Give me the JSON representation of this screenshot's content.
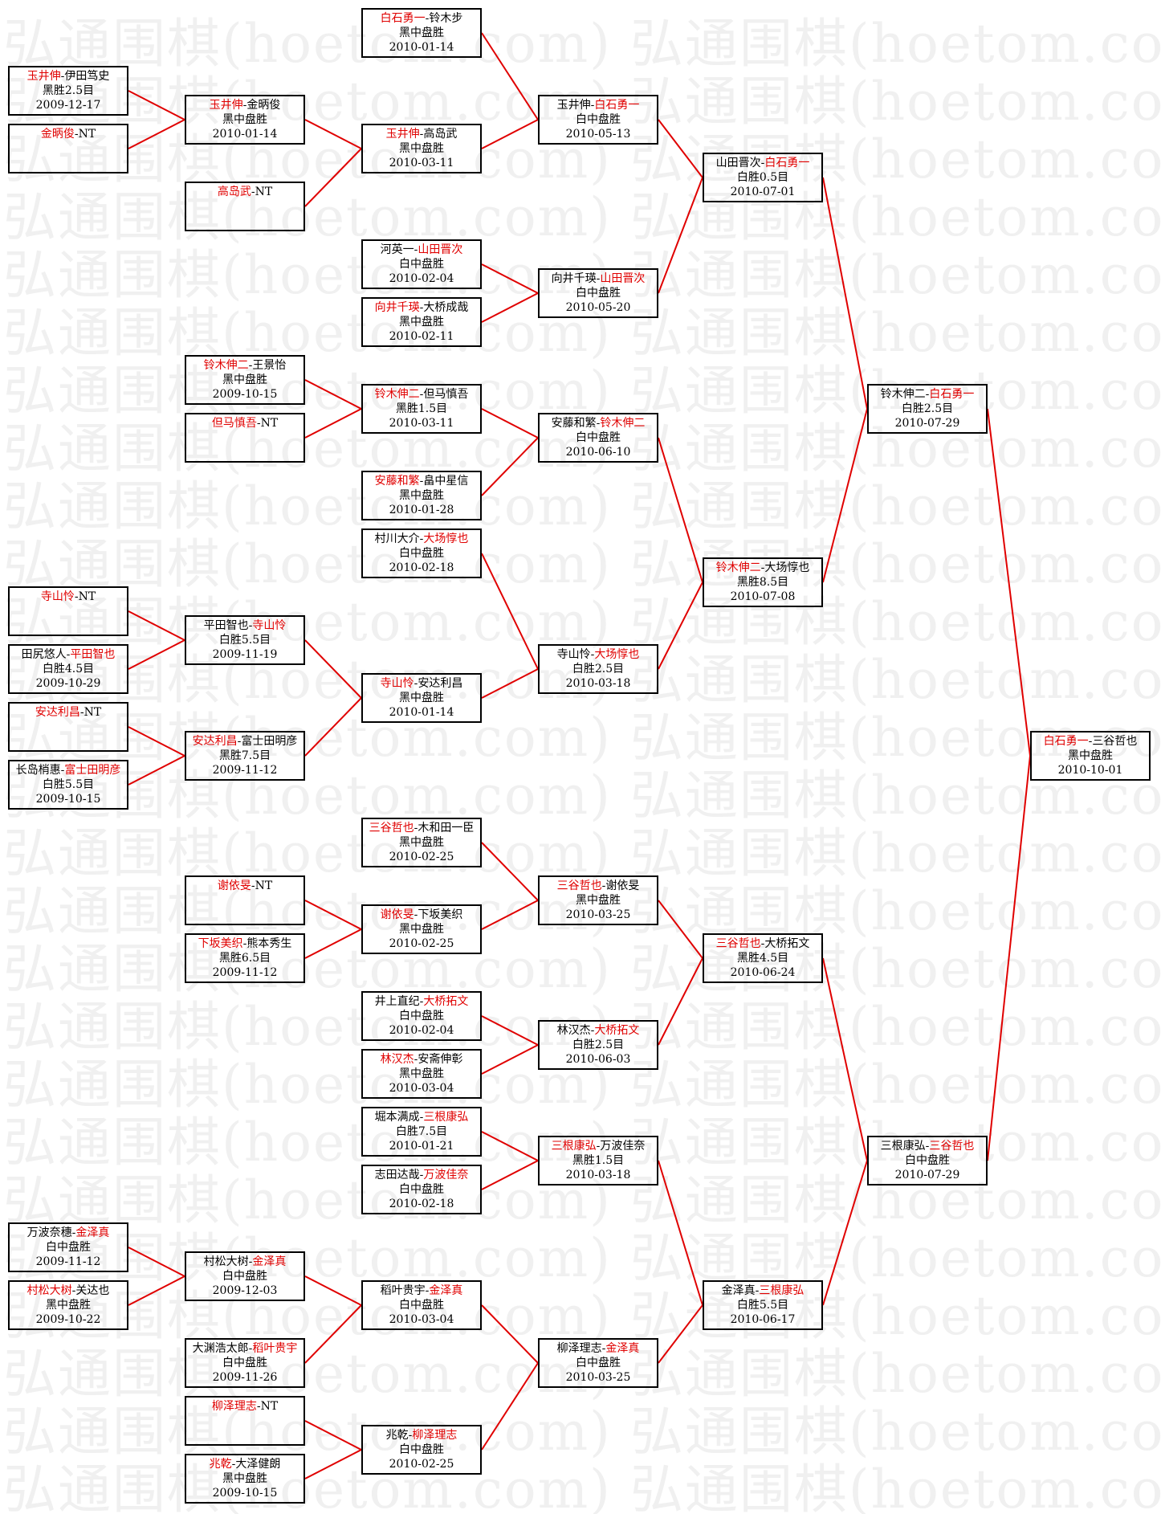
{
  "watermark": "弘通围棋(hoetom.com)",
  "colors": {
    "winner": "#e00000",
    "line": "#e00000",
    "border": "#000000"
  },
  "matches": [
    {
      "id": "r0m0",
      "p1": "玉井伸",
      "p2": "伊田笃史",
      "winner": 1,
      "result": "黑胜2.5目",
      "date": "2009-12-17"
    },
    {
      "id": "r0m1",
      "p1": "金昞俊",
      "p2": "NT",
      "winner": 1,
      "result": "",
      "date": ""
    },
    {
      "id": "r0m2",
      "p1": "寺山怜",
      "p2": "NT",
      "winner": 1,
      "result": "",
      "date": ""
    },
    {
      "id": "r0m3",
      "p1": "田尻悠人",
      "p2": "平田智也",
      "winner": 2,
      "result": "白胜4.5目",
      "date": "2009-10-29"
    },
    {
      "id": "r0m4",
      "p1": "安达利昌",
      "p2": "NT",
      "winner": 1,
      "result": "",
      "date": ""
    },
    {
      "id": "r0m5",
      "p1": "长岛梢惠",
      "p2": "富士田明彦",
      "winner": 2,
      "result": "白胜5.5目",
      "date": "2009-10-15"
    },
    {
      "id": "r0m6",
      "p1": "万波奈穗",
      "p2": "金泽真",
      "winner": 2,
      "result": "白中盘胜",
      "date": "2009-11-12"
    },
    {
      "id": "r0m7",
      "p1": "村松大树",
      "p2": "关达也",
      "winner": 1,
      "result": "黑中盘胜",
      "date": "2009-10-22"
    },
    {
      "id": "r1m0",
      "p1": "玉井伸",
      "p2": "金昞俊",
      "winner": 1,
      "result": "黑中盘胜",
      "date": "2010-01-14"
    },
    {
      "id": "r1m1",
      "p1": "高岛武",
      "p2": "NT",
      "winner": 1,
      "result": "",
      "date": ""
    },
    {
      "id": "r1m2",
      "p1": "铃木伸二",
      "p2": "王景怡",
      "winner": 1,
      "result": "黑中盘胜",
      "date": "2009-10-15"
    },
    {
      "id": "r1m3",
      "p1": "但马慎吾",
      "p2": "NT",
      "winner": 1,
      "result": "",
      "date": ""
    },
    {
      "id": "r1m4",
      "p1": "平田智也",
      "p2": "寺山怜",
      "winner": 2,
      "result": "白胜5.5目",
      "date": "2009-11-19"
    },
    {
      "id": "r1m5",
      "p1": "安达利昌",
      "p2": "富士田明彦",
      "winner": 1,
      "result": "黑胜7.5目",
      "date": "2009-11-12"
    },
    {
      "id": "r1m6",
      "p1": "谢依旻",
      "p2": "NT",
      "winner": 1,
      "result": "",
      "date": ""
    },
    {
      "id": "r1m7",
      "p1": "下坂美织",
      "p2": "熊本秀生",
      "winner": 1,
      "result": "黑胜6.5目",
      "date": "2009-11-12"
    },
    {
      "id": "r1m8",
      "p1": "村松大树",
      "p2": "金泽真",
      "winner": 2,
      "result": "白中盘胜",
      "date": "2009-12-03"
    },
    {
      "id": "r1m9",
      "p1": "大渊浩太郎",
      "p2": "稻叶贵宇",
      "winner": 2,
      "result": "白中盘胜",
      "date": "2009-11-26"
    },
    {
      "id": "r1m10",
      "p1": "柳泽理志",
      "p2": "NT",
      "winner": 1,
      "result": "",
      "date": ""
    },
    {
      "id": "r1m11",
      "p1": "兆乾",
      "p2": "大泽健朗",
      "winner": 1,
      "result": "黑中盘胜",
      "date": "2009-10-15"
    },
    {
      "id": "r2m0",
      "p1": "白石勇一",
      "p2": "铃木步",
      "winner": 1,
      "result": "黑中盘胜",
      "date": "2010-01-14"
    },
    {
      "id": "r2m1",
      "p1": "玉井伸",
      "p2": "高岛武",
      "winner": 1,
      "result": "黑中盘胜",
      "date": "2010-03-11"
    },
    {
      "id": "r2m2",
      "p1": "河英一",
      "p2": "山田晋次",
      "winner": 2,
      "result": "白中盘胜",
      "date": "2010-02-04"
    },
    {
      "id": "r2m3",
      "p1": "向井千瑛",
      "p2": "大桥成哉",
      "winner": 1,
      "result": "黑中盘胜",
      "date": "2010-02-11"
    },
    {
      "id": "r2m4",
      "p1": "铃木伸二",
      "p2": "但马慎吾",
      "winner": 1,
      "result": "黑胜1.5目",
      "date": "2010-03-11"
    },
    {
      "id": "r2m5",
      "p1": "安藤和繁",
      "p2": "畠中星信",
      "winner": 1,
      "result": "黑中盘胜",
      "date": "2010-01-28"
    },
    {
      "id": "r2m6",
      "p1": "村川大介",
      "p2": "大场惇也",
      "winner": 2,
      "result": "白中盘胜",
      "date": "2010-02-18"
    },
    {
      "id": "r2m7",
      "p1": "寺山怜",
      "p2": "安达利昌",
      "winner": 1,
      "result": "黑中盘胜",
      "date": "2010-01-14"
    },
    {
      "id": "r2m8",
      "p1": "三谷哲也",
      "p2": "木和田一臣",
      "winner": 1,
      "result": "黑中盘胜",
      "date": "2010-02-25"
    },
    {
      "id": "r2m9",
      "p1": "谢依旻",
      "p2": "下坂美织",
      "winner": 1,
      "result": "黑中盘胜",
      "date": "2010-02-25"
    },
    {
      "id": "r2m10",
      "p1": "井上直纪",
      "p2": "大桥拓文",
      "winner": 2,
      "result": "白中盘胜",
      "date": "2010-02-04"
    },
    {
      "id": "r2m11",
      "p1": "林汉杰",
      "p2": "安斋伸彰",
      "winner": 1,
      "result": "黑中盘胜",
      "date": "2010-03-04"
    },
    {
      "id": "r2m12",
      "p1": "堀本满成",
      "p2": "三根康弘",
      "winner": 2,
      "result": "白胜7.5目",
      "date": "2010-01-21"
    },
    {
      "id": "r2m13",
      "p1": "志田达哉",
      "p2": "万波佳奈",
      "winner": 2,
      "result": "白中盘胜",
      "date": "2010-02-18"
    },
    {
      "id": "r2m14",
      "p1": "稻叶贵宇",
      "p2": "金泽真",
      "winner": 2,
      "result": "白中盘胜",
      "date": "2010-03-04"
    },
    {
      "id": "r2m15",
      "p1": "兆乾",
      "p2": "柳泽理志",
      "winner": 2,
      "result": "白中盘胜",
      "date": "2010-02-25"
    },
    {
      "id": "r3m0",
      "p1": "玉井伸",
      "p2": "白石勇一",
      "winner": 2,
      "result": "白中盘胜",
      "date": "2010-05-13"
    },
    {
      "id": "r3m1",
      "p1": "向井千瑛",
      "p2": "山田晋次",
      "winner": 2,
      "result": "白中盘胜",
      "date": "2010-05-20"
    },
    {
      "id": "r3m2",
      "p1": "安藤和繁",
      "p2": "铃木伸二",
      "winner": 2,
      "result": "白中盘胜",
      "date": "2010-06-10"
    },
    {
      "id": "r3m3",
      "p1": "寺山怜",
      "p2": "大场惇也",
      "winner": 2,
      "result": "白胜2.5目",
      "date": "2010-03-18"
    },
    {
      "id": "r3m4",
      "p1": "三谷哲也",
      "p2": "谢依旻",
      "winner": 1,
      "result": "黑中盘胜",
      "date": "2010-03-25"
    },
    {
      "id": "r3m5",
      "p1": "林汉杰",
      "p2": "大桥拓文",
      "winner": 2,
      "result": "白胜2.5目",
      "date": "2010-06-03"
    },
    {
      "id": "r3m6",
      "p1": "三根康弘",
      "p2": "万波佳奈",
      "winner": 1,
      "result": "黑胜1.5目",
      "date": "2010-03-18"
    },
    {
      "id": "r3m7",
      "p1": "柳泽理志",
      "p2": "金泽真",
      "winner": 2,
      "result": "白中盘胜",
      "date": "2010-03-25"
    },
    {
      "id": "r4m0",
      "p1": "山田晋次",
      "p2": "白石勇一",
      "winner": 2,
      "result": "白胜0.5目",
      "date": "2010-07-01"
    },
    {
      "id": "r4m1",
      "p1": "铃木伸二",
      "p2": "大场惇也",
      "winner": 1,
      "result": "黑胜8.5目",
      "date": "2010-07-08"
    },
    {
      "id": "r4m2",
      "p1": "三谷哲也",
      "p2": "大桥拓文",
      "winner": 1,
      "result": "黑胜4.5目",
      "date": "2010-06-24"
    },
    {
      "id": "r4m3",
      "p1": "金泽真",
      "p2": "三根康弘",
      "winner": 2,
      "result": "白胜5.5目",
      "date": "2010-06-17"
    },
    {
      "id": "r5m0",
      "p1": "铃木伸二",
      "p2": "白石勇一",
      "winner": 2,
      "result": "白胜2.5目",
      "date": "2010-07-29"
    },
    {
      "id": "r5m1",
      "p1": "三根康弘",
      "p2": "三谷哲也",
      "winner": 2,
      "result": "白中盘胜",
      "date": "2010-07-29"
    },
    {
      "id": "final",
      "p1": "白石勇一",
      "p2": "三谷哲也",
      "winner": 1,
      "result": "黑中盘胜",
      "date": "2010-10-01"
    }
  ]
}
